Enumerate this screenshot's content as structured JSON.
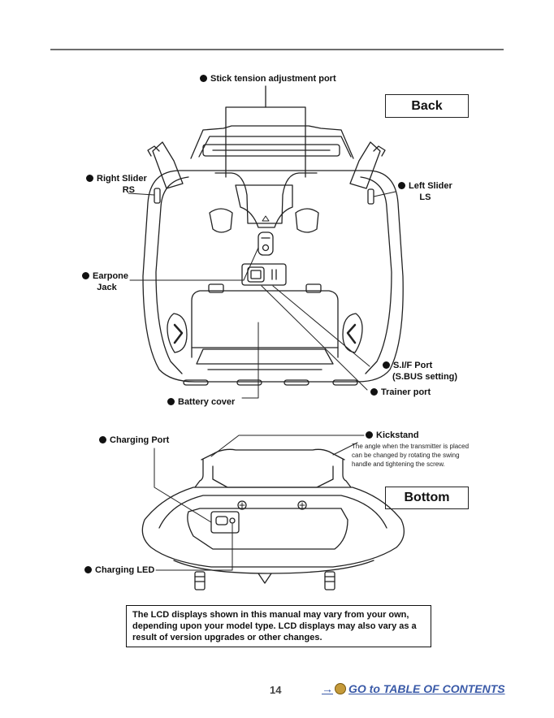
{
  "views": {
    "back": "Back",
    "bottom": "Bottom"
  },
  "labels": {
    "stick_tension": "Stick tension adjustment port",
    "right_slider": "Right Slider",
    "right_slider_code": "RS",
    "left_slider": "Left Slider",
    "left_slider_code": "LS",
    "earphone": "Earpone",
    "earphone_line2": "Jack",
    "sif_port": "S.I/F Port",
    "sif_port_line2": "(S.BUS setting)",
    "trainer_port": "Trainer port",
    "battery_cover": "Battery cover",
    "charging_port": "Charging Port",
    "kickstand": "Kickstand",
    "kickstand_desc": "The angle when the transmitter is placed can be changed by rotating the swing handle and tightening the screw.",
    "charging_led": "Charging LED"
  },
  "note": "The LCD displays shown in this manual may vary from your own, depending upon your model type. LCD displays may also vary as a result of version upgrades or other changes.",
  "footer": {
    "page_number": "14",
    "toc_link": "GO to TABLE OF CONTENTS",
    "toc_arrow": "→"
  },
  "colors": {
    "link": "#3a5aa8",
    "rule": "#6d6d6d"
  }
}
